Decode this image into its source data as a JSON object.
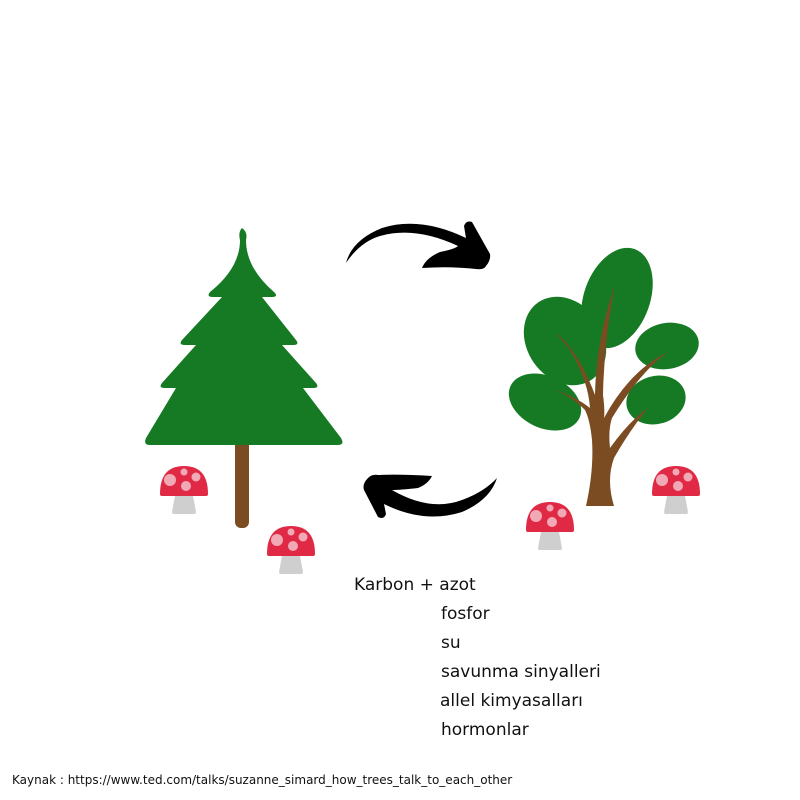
{
  "colors": {
    "leaf_green": "#157a23",
    "trunk_brown": "#7b4b22",
    "mushroom_red": "#e02a45",
    "mushroom_spot": "#f2a9b6",
    "mushroom_stem": "#cfcfcf",
    "arrow": "#000000"
  },
  "icons": [
    "pine-tree-icon",
    "broadleaf-tree-icon",
    "mushroom-icon",
    "curved-arrow-right-icon",
    "curved-arrow-left-icon"
  ],
  "exchange": {
    "first_line": "Karbon + azot",
    "items": [
      "fosfor",
      "su",
      "savunma sinyalleri",
      "allel kimyasalları",
      "hormonlar"
    ]
  },
  "source": "Kaynak : https://www.ted.com/talks/suzanne_simard_how_trees_talk_to_each_other"
}
